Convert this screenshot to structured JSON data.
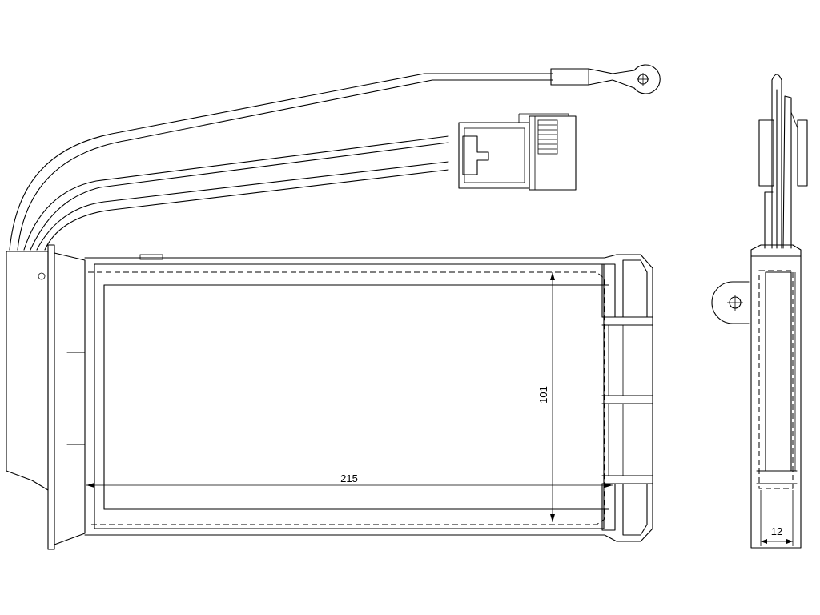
{
  "dimensions": {
    "width_label": "215",
    "height_label": "101",
    "depth_label": "12"
  }
}
